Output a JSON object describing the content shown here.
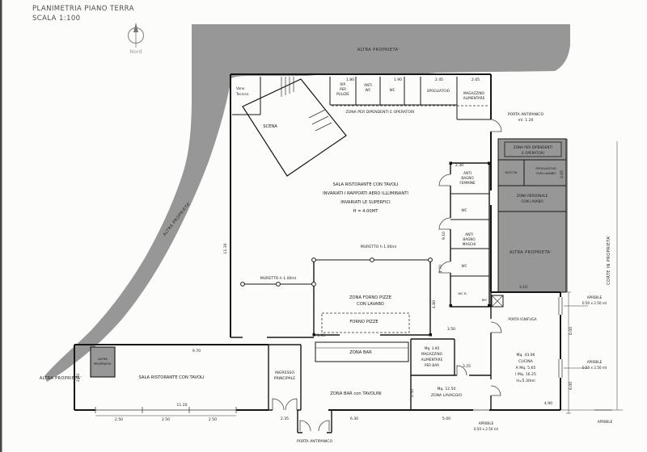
{
  "page": {
    "title": "PLANIMETRIA PIANO TERRA",
    "scale": "SCALA 1:100",
    "north": "Nord"
  },
  "areas": {
    "top": "ALTRA PROPRIETA'",
    "left": "ALTRA  PROPRIETA'",
    "left_bottom": "ALTRA  PROPRIETA'",
    "small_box": [
      "ALTRA",
      "PROPRIETA'"
    ],
    "right": "ALTRA  PROPRIETA'",
    "court": "CORTE IN PROPRIETA'"
  },
  "rooms": {
    "vano": [
      "Vano",
      "Tecnico"
    ],
    "scena": "SCENA",
    "pulizie": [
      "RIP.",
      "PER",
      "PULIZIE"
    ],
    "antiwc": [
      "ANTI",
      "WC"
    ],
    "wc_top": "WC",
    "spogliatoio": "SPOGLIATOIO",
    "magazzino": [
      "MAGAZZINO",
      "ALIMENTARE"
    ],
    "zona_dipendenti": "ZONA PER DIPENDENTI E OPERATORI",
    "porta_antipanico_top": [
      "PORTA ANTIPANICO",
      "ml. 1.20"
    ],
    "zona_dip_right": [
      "ZONA PER DIPENDENTI",
      "E OPERATORI"
    ],
    "doccia": "DOCCIA",
    "spogl_lavabo": [
      "SPOGLIATOIO",
      "CON LAVABO"
    ],
    "zona_personale": [
      "ZONA PERSONALE",
      "CON LAVABO"
    ],
    "anti_bagno_f": [
      "ANTI",
      "BAGNO",
      "FEMMINE"
    ],
    "wc_f": "WC",
    "anti_bagno_m": [
      "ANTI",
      "BAGNO",
      "MASCHI"
    ],
    "wc_m": "WC",
    "wc_r": "WC  R.",
    "rip_small": "RIP.",
    "sala": [
      "SALA RISTORANTE CON TAVOLI",
      "INVARIATI I RAPPORTI AERO ILLUMINANTI",
      "INVARIATI LE SUPERFICI",
      "H = 4.00MT"
    ],
    "muretto_a": "MURETTO h 1.00ml",
    "muretto_b": "MURETTO h 1.00ml",
    "forno": [
      "ZONA FORNO PIZZE",
      "CON LAVABO"
    ],
    "forno_pizze": "FORNO PIZZE",
    "zona_bar": "ZONA BAR",
    "zona_bar_tavolini": "ZONA BAR con  TAVOLINI",
    "magazzino_bar": [
      "Mq. 3.90",
      "MAGAZZINO",
      "ALIMENTARE",
      "PER BAR"
    ],
    "cucina": [
      "Mq. 43.06",
      "CUCINA",
      "A  Mq. 5.65",
      "I  Mq. 16.25",
      "H=5.30ml"
    ],
    "lavaggio": [
      "Mq. 12.50",
      "ZONA LAVAGGIO"
    ],
    "sala_bottom": "SALA RISTORANTE CON TAVOLI",
    "ingresso": [
      "INGRESSO",
      "PRINCIPALE"
    ],
    "porta_antipanico_bottom": "PORTA ANTIPANICO",
    "porta_ignifuga": "PORTA IGNIFUGA",
    "apribile_right_1": [
      "APRIBILE",
      "0.50 x 2.50 ml"
    ],
    "apribile_right_2": [
      "APRIBILE",
      "0.50 x 2.50 ml"
    ],
    "apribile_bottom": [
      "APRIBILE",
      "0.50 x 2.50 ml"
    ],
    "apribile_corner": "APRIBILE"
  },
  "dims": [
    "1.80",
    "1.90",
    "2.45",
    "2.05",
    "2.30",
    "9.10",
    "1.70",
    "11.30",
    "9.70",
    "11.20",
    "2.50",
    "2.50",
    "2.50",
    "2.50",
    "2.35",
    "6.30",
    "5.00",
    "4.90",
    "3.25",
    "2.50",
    "1.95",
    "3.50",
    "3.10",
    "4.80",
    "6.00",
    "6.00",
    "2.05"
  ]
}
